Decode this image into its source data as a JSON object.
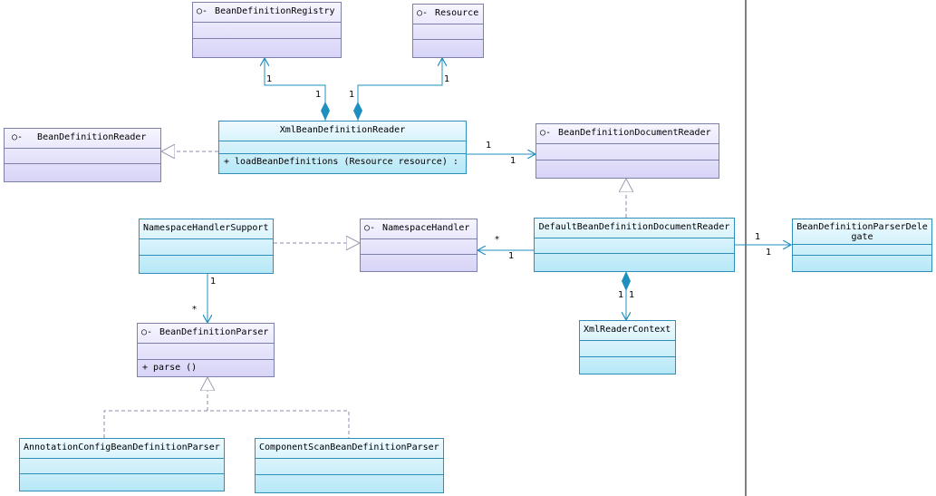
{
  "classes": {
    "registry": {
      "name": "BeanDefinitionRegistry",
      "icon": "interface-icon"
    },
    "resource": {
      "name": "Resource",
      "icon": "interface-icon"
    },
    "reader": {
      "name": "BeanDefinitionReader",
      "icon": "interface-icon"
    },
    "xmlreader": {
      "name": "XmlBeanDefinitionReader",
      "op": "+  loadBeanDefinitions (Resource resource)  :"
    },
    "docreader": {
      "name": "BeanDefinitionDocumentReader",
      "icon": "interface-icon"
    },
    "nshsupport": {
      "name": "NamespaceHandlerSupport"
    },
    "nshandler": {
      "name": "NamespaceHandler",
      "icon": "interface-icon"
    },
    "defdocreader": {
      "name": "DefaultBeanDefinitionDocumentReader"
    },
    "delegate": {
      "name": "BeanDefinitionParserDelegate"
    },
    "parser": {
      "name": "BeanDefinitionParser",
      "icon": "interface-icon",
      "op": "+  parse ()"
    },
    "xmlctx": {
      "name": "XmlReaderContext"
    },
    "annparser": {
      "name": "AnnotationConfigBeanDefinitionParser"
    },
    "scanparser": {
      "name": "ComponentScanBeanDefinitionParser"
    }
  },
  "multiplicities": {
    "reg_end": "1",
    "reg_src": "1",
    "res_src": "1",
    "res_end": "1",
    "doc_src": "1",
    "doc_end": "1",
    "nsh_star": "*",
    "nsh_one": "1",
    "del_src": "1",
    "del_end": "1",
    "ctx_src": "1",
    "ctx_end": "1",
    "par_src": "1",
    "par_star": "*"
  },
  "colors": {
    "interface_fill": "#d7d4f7",
    "class_fill": "#b7e8f7",
    "association_line": "#1f8fc0",
    "realization_line": "#8a8aaa"
  }
}
